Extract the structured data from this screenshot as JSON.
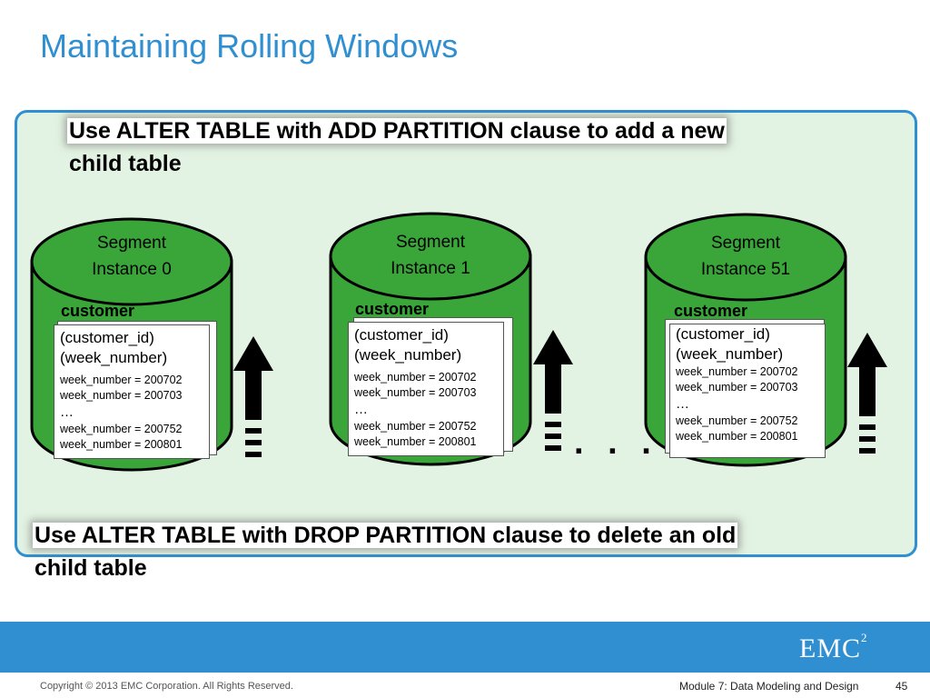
{
  "title": "Maintaining Rolling Windows",
  "top_callout": {
    "line1": "Use ALTER TABLE with ADD PARTITION clause to add a new",
    "line2": "child table"
  },
  "bottom_callout": {
    "line1": "Use ALTER TABLE with DROP PARTITION clause to delete an old",
    "line2": "child table"
  },
  "segments": [
    {
      "line1": "Segment",
      "line2": "Instance 0"
    },
    {
      "line1": "Segment",
      "line2": "Instance 1"
    },
    {
      "line1": "Segment",
      "line2": "Instance 51"
    }
  ],
  "table": {
    "name": "customer",
    "key1": "(customer_id)",
    "key2": "(week_number)",
    "row1": "week_number = 200702",
    "row2": "week_number = 200703",
    "ellipsis": "…",
    "row3": "week_number = 200752",
    "row4": "week_number = 200801"
  },
  "ellipsis_between": ". . .",
  "colors": {
    "accent": "#2f8fd0",
    "cylinder": "#3aa63a",
    "panel": "#e3f3e3"
  },
  "footer": {
    "logo": "EMC",
    "logo_sup": "2",
    "copyright": "Copyright © 2013 EMC Corporation. All Rights Reserved.",
    "module": "Module 7: Data Modeling and Design",
    "page": "45"
  }
}
